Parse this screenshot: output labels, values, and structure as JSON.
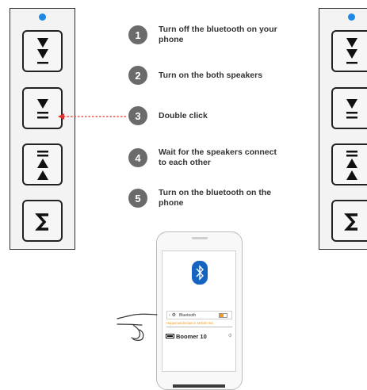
{
  "steps": [
    {
      "number": "1",
      "text": "Turn off the bluetooth on your phone"
    },
    {
      "number": "2",
      "text": "Turn on the both speakers"
    },
    {
      "number": "3",
      "text": "Double click"
    },
    {
      "number": "4",
      "text": "Wait for the speakers connect to each other"
    },
    {
      "number": "5",
      "text": "Turn on the bluetooth on the phone"
    }
  ],
  "phone": {
    "settings_title": "Bluetooth",
    "subtitle": "Happenanderdaw in Mobile Hat",
    "device_name": "Boomer 10"
  },
  "colors": {
    "led": "#1e88e5",
    "step_circle": "#6b6b6b",
    "arrow": "#e0302f",
    "bluetooth": "#1565c0",
    "toggle_on": "#f39a1e"
  },
  "icons": [
    "led-indicator",
    "volume-down-icon",
    "play-pause-icon",
    "volume-up-icon",
    "mode-icon",
    "bluetooth-icon",
    "hand-icon",
    "gear-icon"
  ]
}
